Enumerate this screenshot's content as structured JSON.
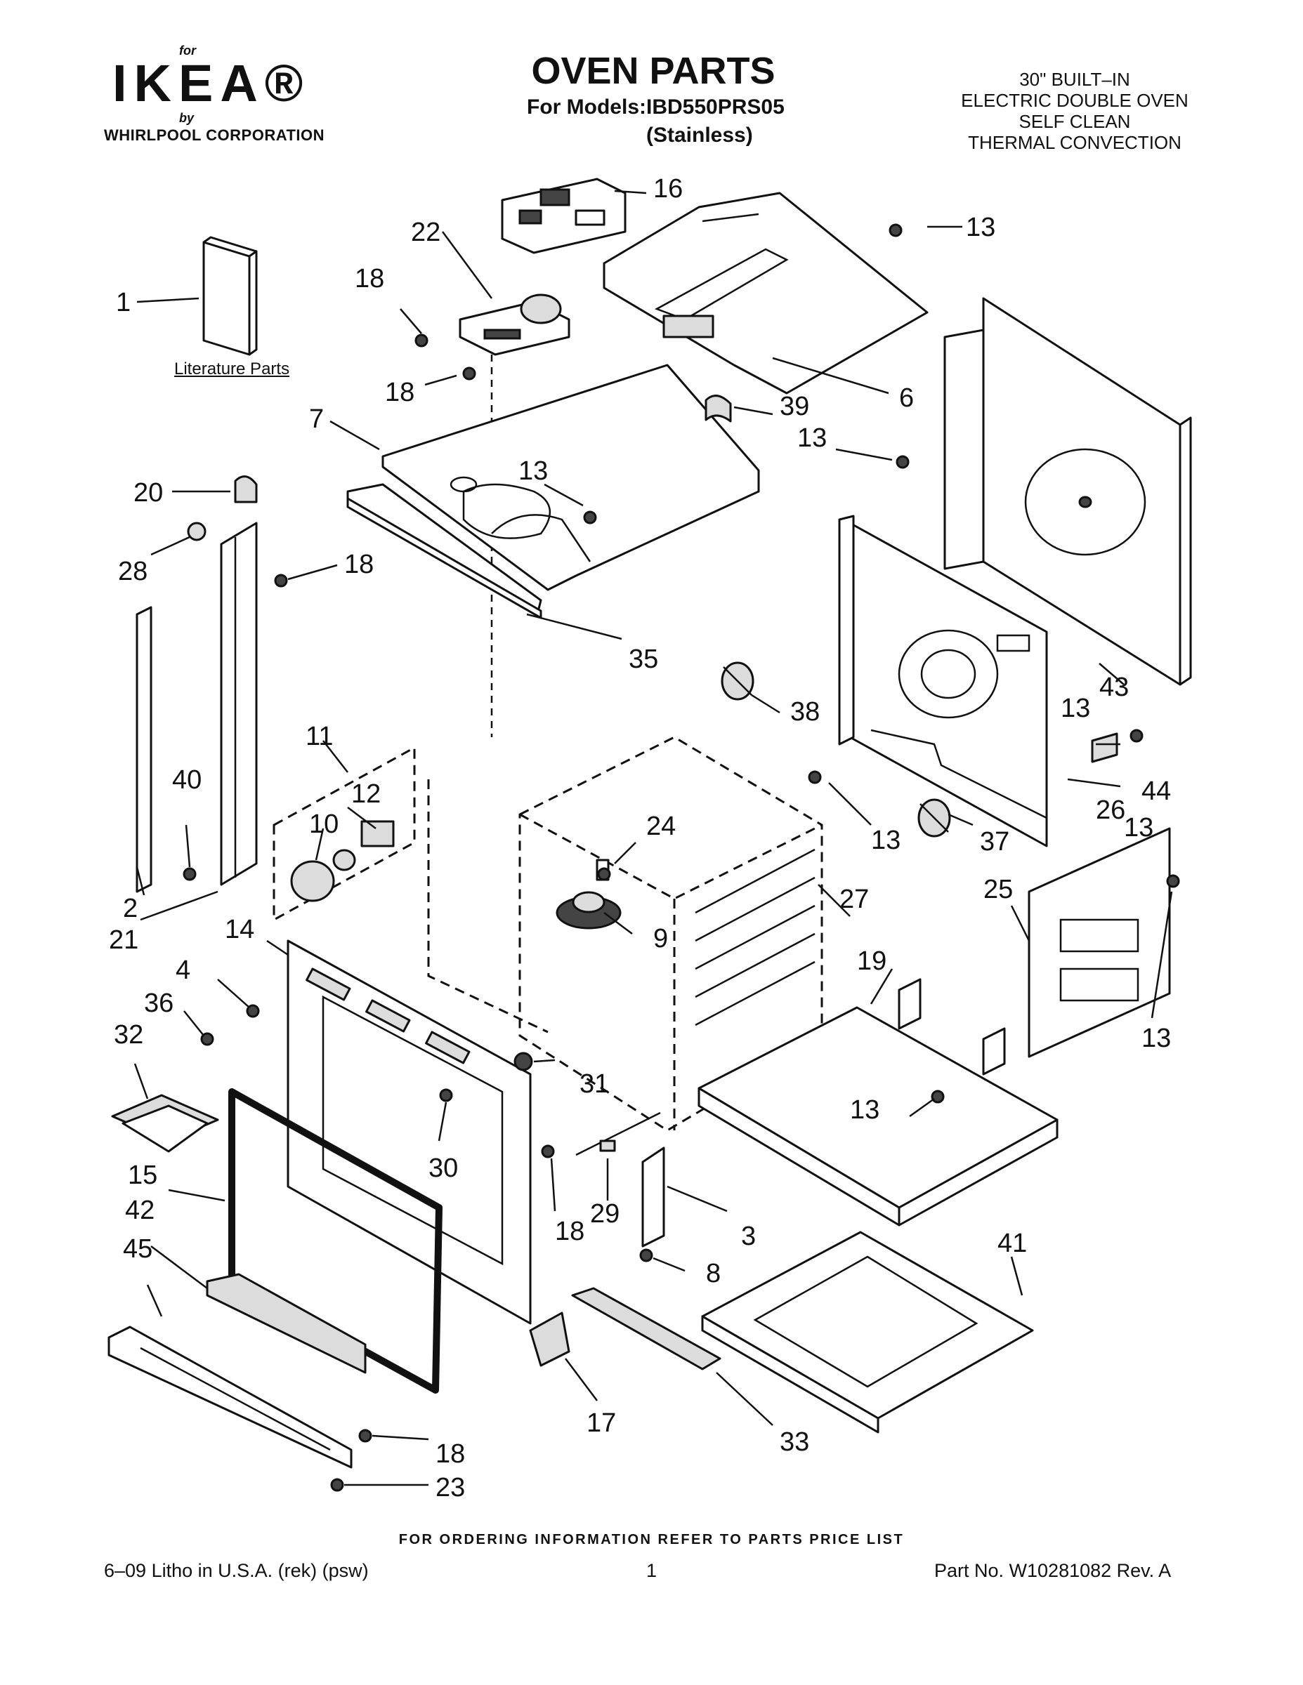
{
  "header": {
    "logo_for": "for",
    "logo_brand": "IKEA®",
    "logo_by": "by",
    "logo_manufacturer": "WHIRLPOOL  CORPORATION",
    "title": "OVEN PARTS",
    "models_line": "For Models:IBD550PRS05",
    "finish": "(Stainless)",
    "description": [
      "30\" BUILT–IN",
      "ELECTRIC DOUBLE OVEN",
      "SELF CLEAN",
      "THERMAL CONVECTION"
    ]
  },
  "diagram": {
    "literature_label": "Literature Parts",
    "callouts": [
      "1",
      "2",
      "3",
      "4",
      "6",
      "7",
      "8",
      "9",
      "10",
      "11",
      "12",
      "13",
      "13",
      "13",
      "13",
      "13",
      "13",
      "13",
      "13",
      "14",
      "15",
      "16",
      "17",
      "18",
      "18",
      "18",
      "18",
      "18",
      "19",
      "20",
      "21",
      "22",
      "23",
      "24",
      "25",
      "26",
      "27",
      "28",
      "29",
      "30",
      "31",
      "32",
      "33",
      "35",
      "36",
      "37",
      "38",
      "39",
      "40",
      "41",
      "42",
      "43",
      "44",
      "45"
    ]
  },
  "footer": {
    "ordering_note": "FOR ORDERING INFORMATION REFER TO PARTS PRICE LIST",
    "litho": "6–09 Litho in U.S.A. (rek) (psw)",
    "page_number": "1",
    "part_number": "Part No. W10281082 Rev. A"
  }
}
